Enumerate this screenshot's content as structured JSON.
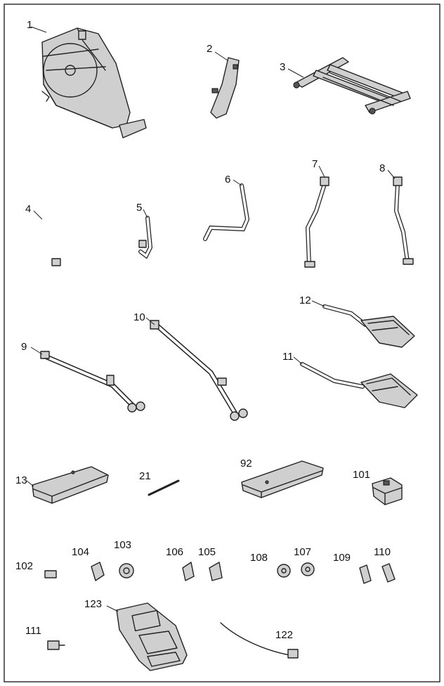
{
  "parts": [
    {
      "id": "p1",
      "number": "1"
    },
    {
      "id": "p2",
      "number": "2"
    },
    {
      "id": "p3",
      "number": "3"
    },
    {
      "id": "p4",
      "number": "4"
    },
    {
      "id": "p5",
      "number": "5"
    },
    {
      "id": "p6",
      "number": "6"
    },
    {
      "id": "p7",
      "number": "7"
    },
    {
      "id": "p8",
      "number": "8"
    },
    {
      "id": "p12",
      "number": "12"
    },
    {
      "id": "p9",
      "number": "9"
    },
    {
      "id": "p10",
      "number": "10"
    },
    {
      "id": "p11",
      "number": "11"
    },
    {
      "id": "p13",
      "number": "13"
    },
    {
      "id": "p21",
      "number": "21"
    },
    {
      "id": "p92",
      "number": "92"
    },
    {
      "id": "p101",
      "number": "101"
    },
    {
      "id": "p102",
      "number": "102"
    },
    {
      "id": "p104",
      "number": "104"
    },
    {
      "id": "p103",
      "number": "103"
    },
    {
      "id": "p106",
      "number": "106"
    },
    {
      "id": "p105",
      "number": "105"
    },
    {
      "id": "p108",
      "number": "108"
    },
    {
      "id": "p107",
      "number": "107"
    },
    {
      "id": "p109",
      "number": "109"
    },
    {
      "id": "p110",
      "number": "110"
    },
    {
      "id": "p123",
      "number": "123"
    },
    {
      "id": "p111",
      "number": "111"
    },
    {
      "id": "p122",
      "number": "122"
    }
  ]
}
